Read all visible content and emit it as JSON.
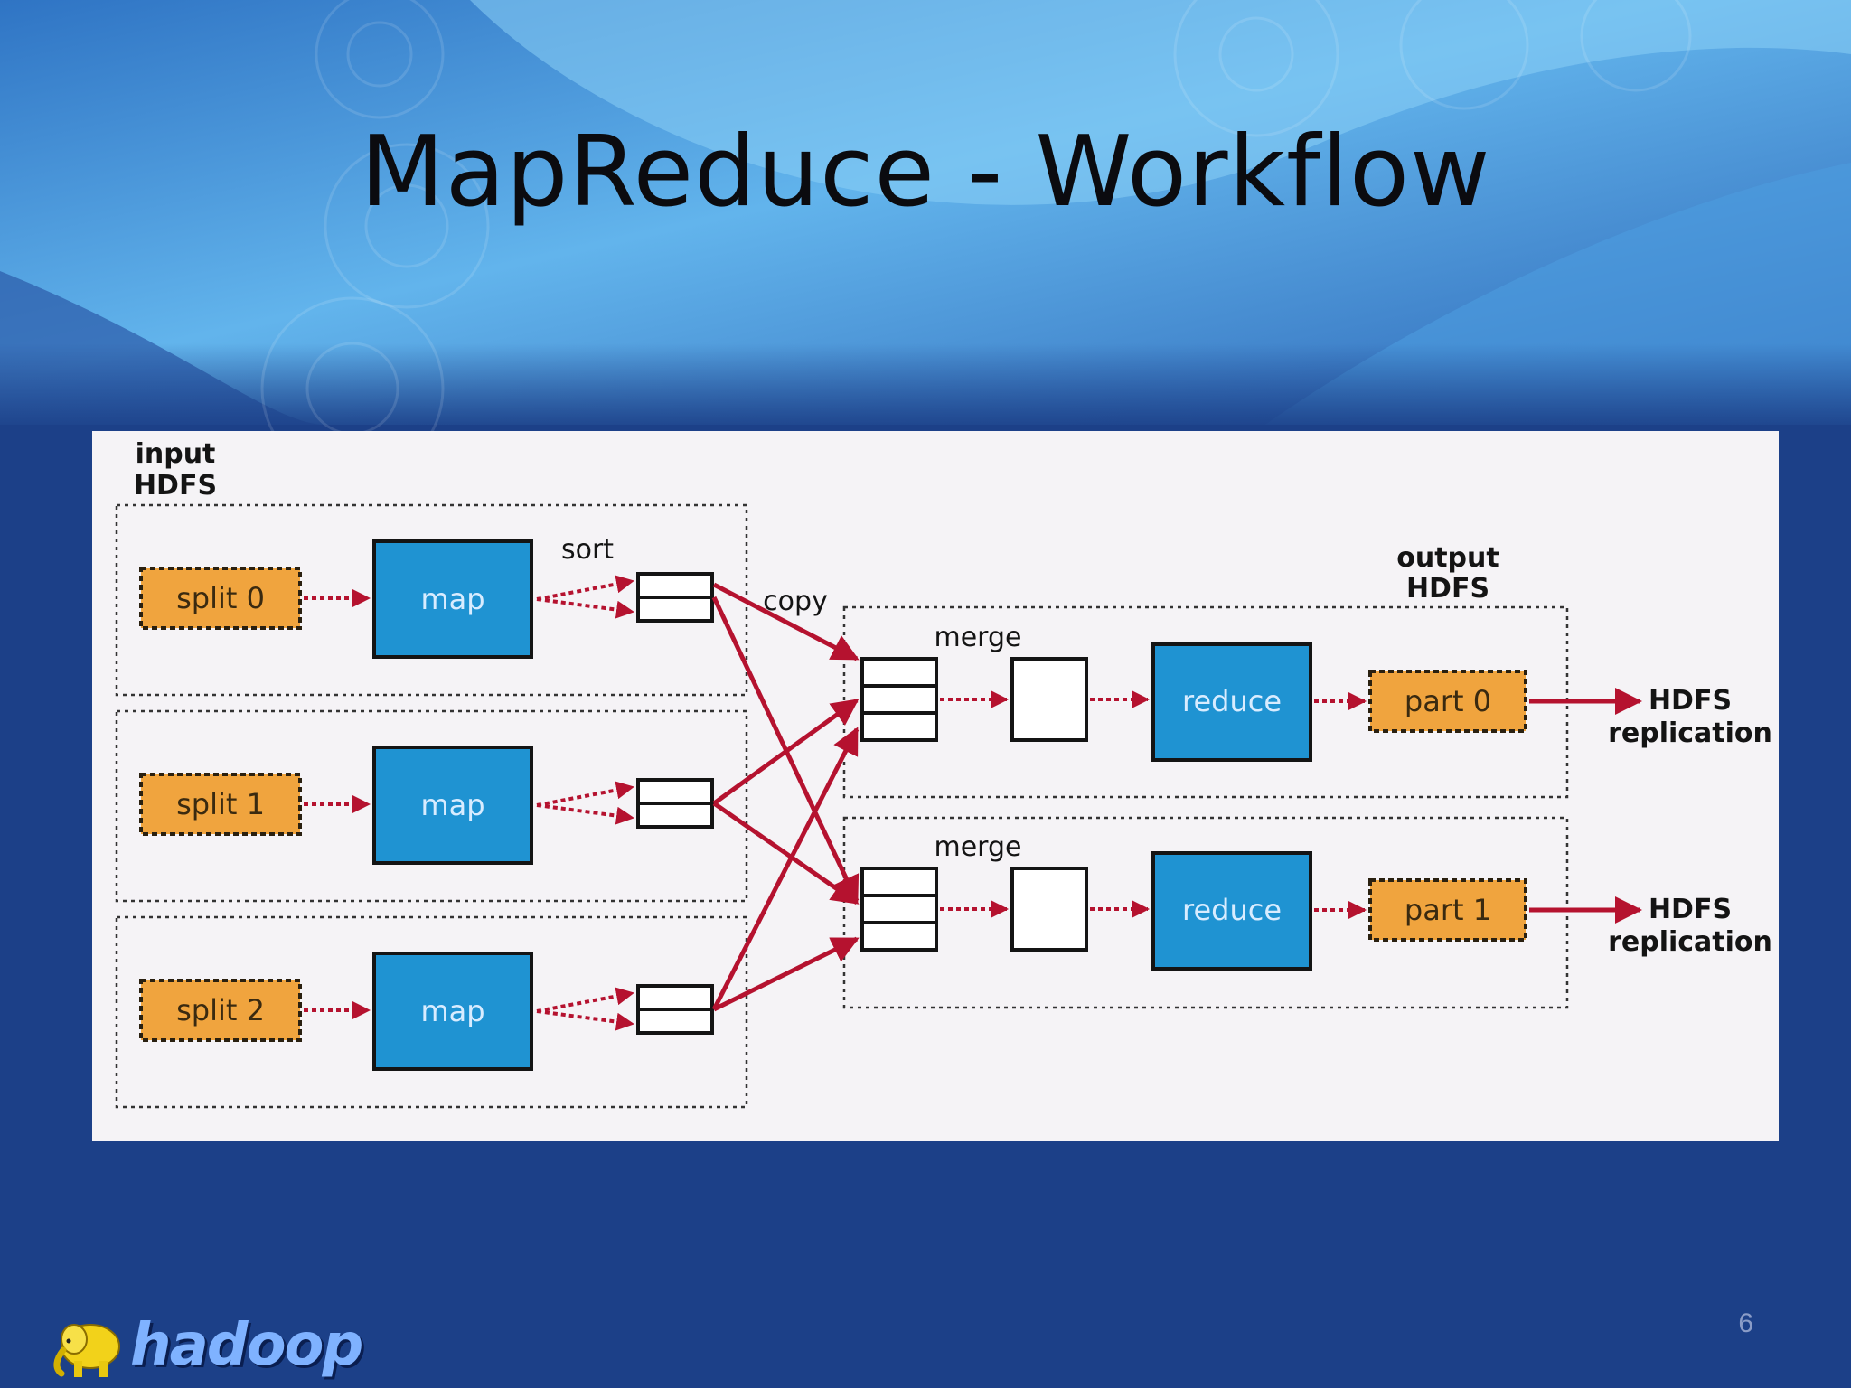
{
  "slide": {
    "title": "MapReduce - Workflow",
    "page_number": "6"
  },
  "logo": {
    "text": "hadoop",
    "icon": "elephant-icon"
  },
  "colors": {
    "background": "#1c4088",
    "map_box": "#1f93d2",
    "split_box": "#f0a43e",
    "arrow": "#b5122f",
    "panel": "#f5f3f6"
  },
  "diagram": {
    "input_label_line1": "input",
    "input_label_line2": "HDFS",
    "output_label_line1": "output",
    "output_label_line2": "HDFS",
    "sort_label": "sort",
    "copy_label": "copy",
    "splits": [
      "split 0",
      "split 1",
      "split 2"
    ],
    "map_label": "map",
    "merge_label": "merge",
    "reduce_label": "reduce",
    "parts": [
      "part 0",
      "part 1"
    ],
    "replication_line1": "HDFS",
    "replication_line2": "replication"
  }
}
